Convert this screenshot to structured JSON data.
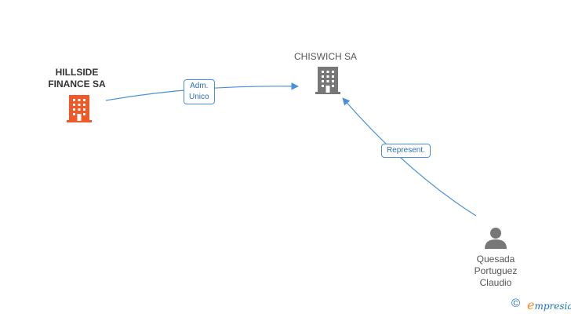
{
  "nodes": {
    "hillside": {
      "label": "HILLSIDE\nFINANCE SA",
      "type": "company",
      "color": "#f05a28"
    },
    "chiswich": {
      "label": "CHISWICH SA",
      "type": "company",
      "color": "#777777"
    },
    "quesada": {
      "label": "Quesada\nPortuguez\nClaudio",
      "type": "person",
      "color": "#777777"
    }
  },
  "edges": {
    "adm": {
      "label": "Adm.\nUnico",
      "from": "HILLSIDE FINANCE SA",
      "to": "CHISWICH SA"
    },
    "rep": {
      "label": "Represent.",
      "from": "Quesada Portuguez Claudio",
      "to": "CHISWICH SA"
    }
  },
  "colors": {
    "edge": "#4a90d9",
    "accent_company": "#f05a28",
    "neutral_icon": "#777777"
  },
  "footer": {
    "copyright": "©",
    "brand_initial": "e",
    "brand_rest": "mpresia"
  }
}
